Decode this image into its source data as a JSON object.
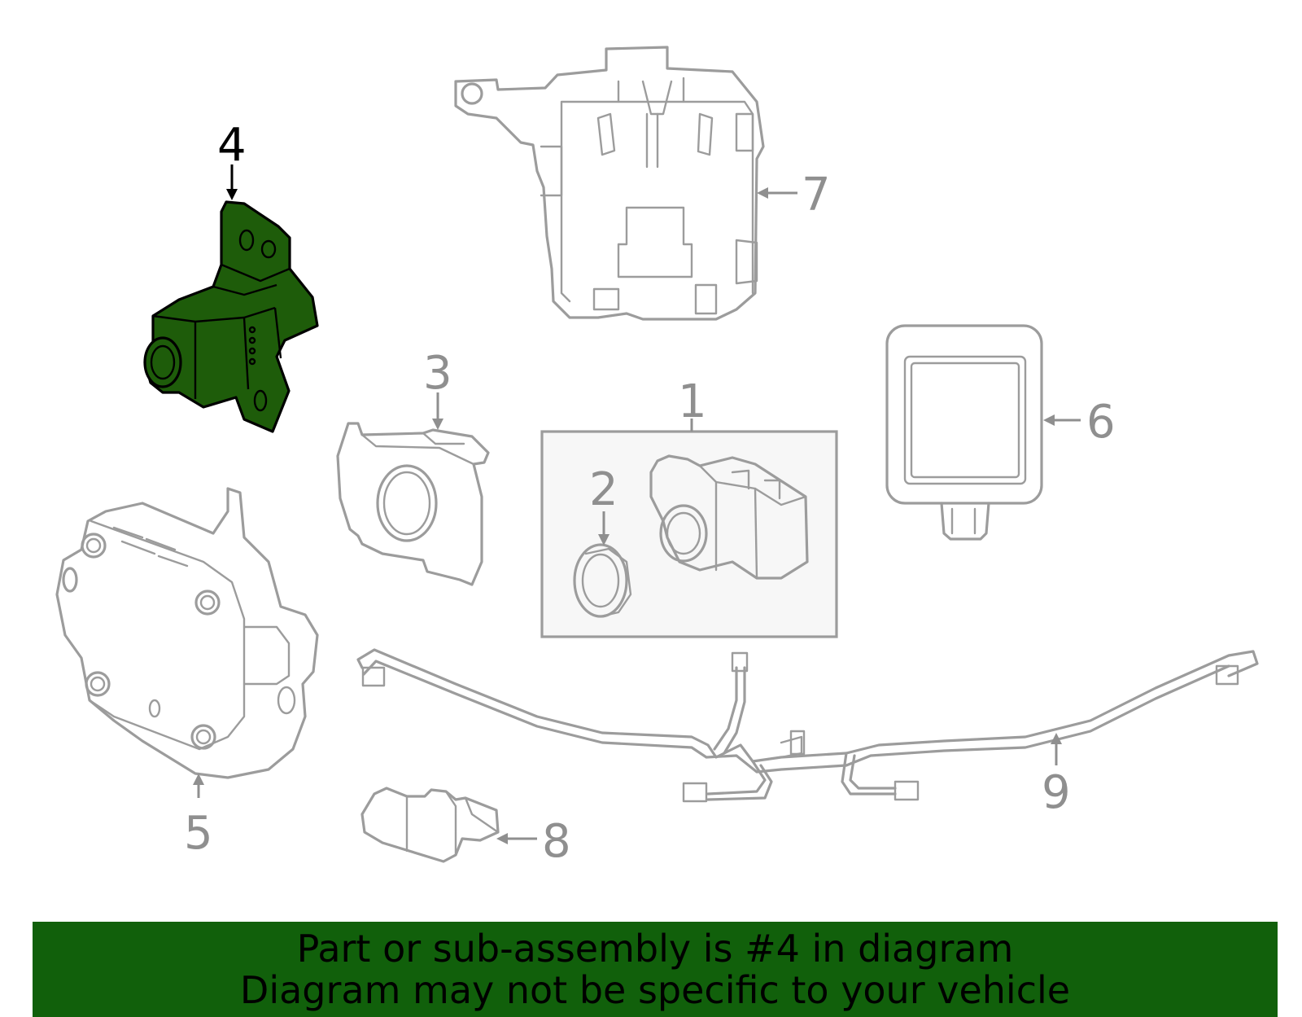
{
  "diagram": {
    "callouts": [
      {
        "id": "1",
        "label": "1"
      },
      {
        "id": "2",
        "label": "2"
      },
      {
        "id": "3",
        "label": "3"
      },
      {
        "id": "4",
        "label": "4",
        "highlighted": true
      },
      {
        "id": "5",
        "label": "5"
      },
      {
        "id": "6",
        "label": "6"
      },
      {
        "id": "7",
        "label": "7"
      },
      {
        "id": "8",
        "label": "8"
      },
      {
        "id": "9",
        "label": "9"
      }
    ],
    "highlight_color": "#1e5c0a",
    "part_line_color": "#9c9c9c"
  },
  "banner": {
    "line1": "Part or sub-assembly is #4 in diagram",
    "line2": "Diagram may not be specific to your vehicle",
    "background_color": "#11600b"
  }
}
